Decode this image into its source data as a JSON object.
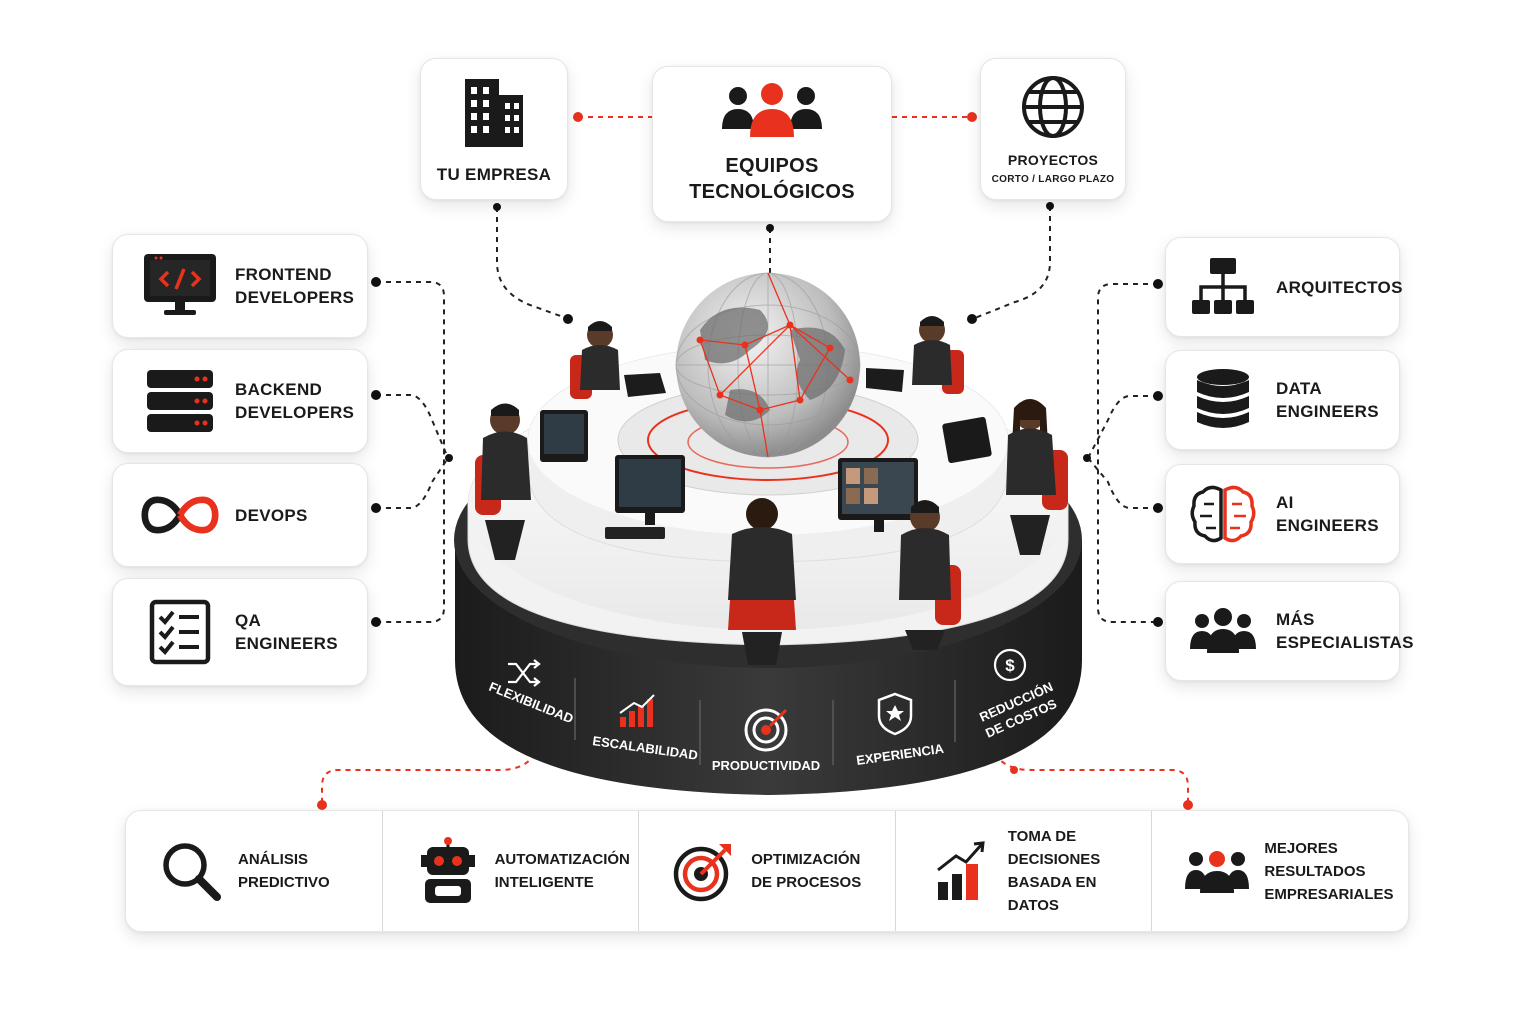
{
  "colors": {
    "accent": "#e8321e",
    "dark": "#1c1c1c",
    "platform": "#2a2a2a"
  },
  "top_cards": [
    {
      "id": "company",
      "icon": "building-icon",
      "label": "TU EMPRESA"
    },
    {
      "id": "teams",
      "icon": "team-icon",
      "label_line1": "EQUIPOS",
      "label_line2": "TECNOLÓGICOS"
    },
    {
      "id": "projects",
      "icon": "globe-icon",
      "label": "PROYECTOS",
      "sublabel": "CORTO / LARGO PLAZO"
    }
  ],
  "left_roles": [
    {
      "icon": "code-monitor-icon",
      "line1": "FRONTEND",
      "line2": "DEVELOPERS"
    },
    {
      "icon": "server-icon",
      "line1": "BACKEND",
      "line2": "DEVELOPERS"
    },
    {
      "icon": "infinity-icon",
      "line1": "DEVOPS",
      "line2": ""
    },
    {
      "icon": "checklist-icon",
      "line1": "QA",
      "line2": "ENGINEERS"
    }
  ],
  "right_roles": [
    {
      "icon": "hierarchy-icon",
      "line1": "ARQUITECTOS",
      "line2": ""
    },
    {
      "icon": "database-icon",
      "line1": "DATA",
      "line2": "ENGINEERS"
    },
    {
      "icon": "brain-icon",
      "line1": "AI",
      "line2": "ENGINEERS"
    },
    {
      "icon": "group-icon",
      "line1": "MÁS",
      "line2": "ESPECIALISTAS"
    }
  ],
  "platform_labels": [
    {
      "icon": "shuffle-icon",
      "label": "FLEXIBILIDAD"
    },
    {
      "icon": "growth-chart-icon",
      "label": "ESCALABILIDAD"
    },
    {
      "icon": "target-icon",
      "label": "PRODUCTIVIDAD"
    },
    {
      "icon": "shield-star-icon",
      "label": "EXPERIENCIA"
    },
    {
      "icon": "dollar-icon",
      "label_line1": "REDUCCIÓN",
      "label_line2": "DE COSTOS"
    }
  ],
  "benefits": [
    {
      "icon": "magnifier-icon",
      "line1": "ANÁLISIS",
      "line2": "PREDICTIVO"
    },
    {
      "icon": "robot-icon",
      "line1": "AUTOMATIZACIÓN",
      "line2": "INTELIGENTE"
    },
    {
      "icon": "target-arrow-icon",
      "line1": "OPTIMIZACIÓN",
      "line2": "DE PROCESOS"
    },
    {
      "icon": "rising-bars-icon",
      "line1": "TOMA DE DECISIONES",
      "line2": "BASADA EN DATOS"
    },
    {
      "icon": "people-results-icon",
      "line1": "MEJORES RESULTADOS",
      "line2": "EMPRESARIALES"
    }
  ]
}
